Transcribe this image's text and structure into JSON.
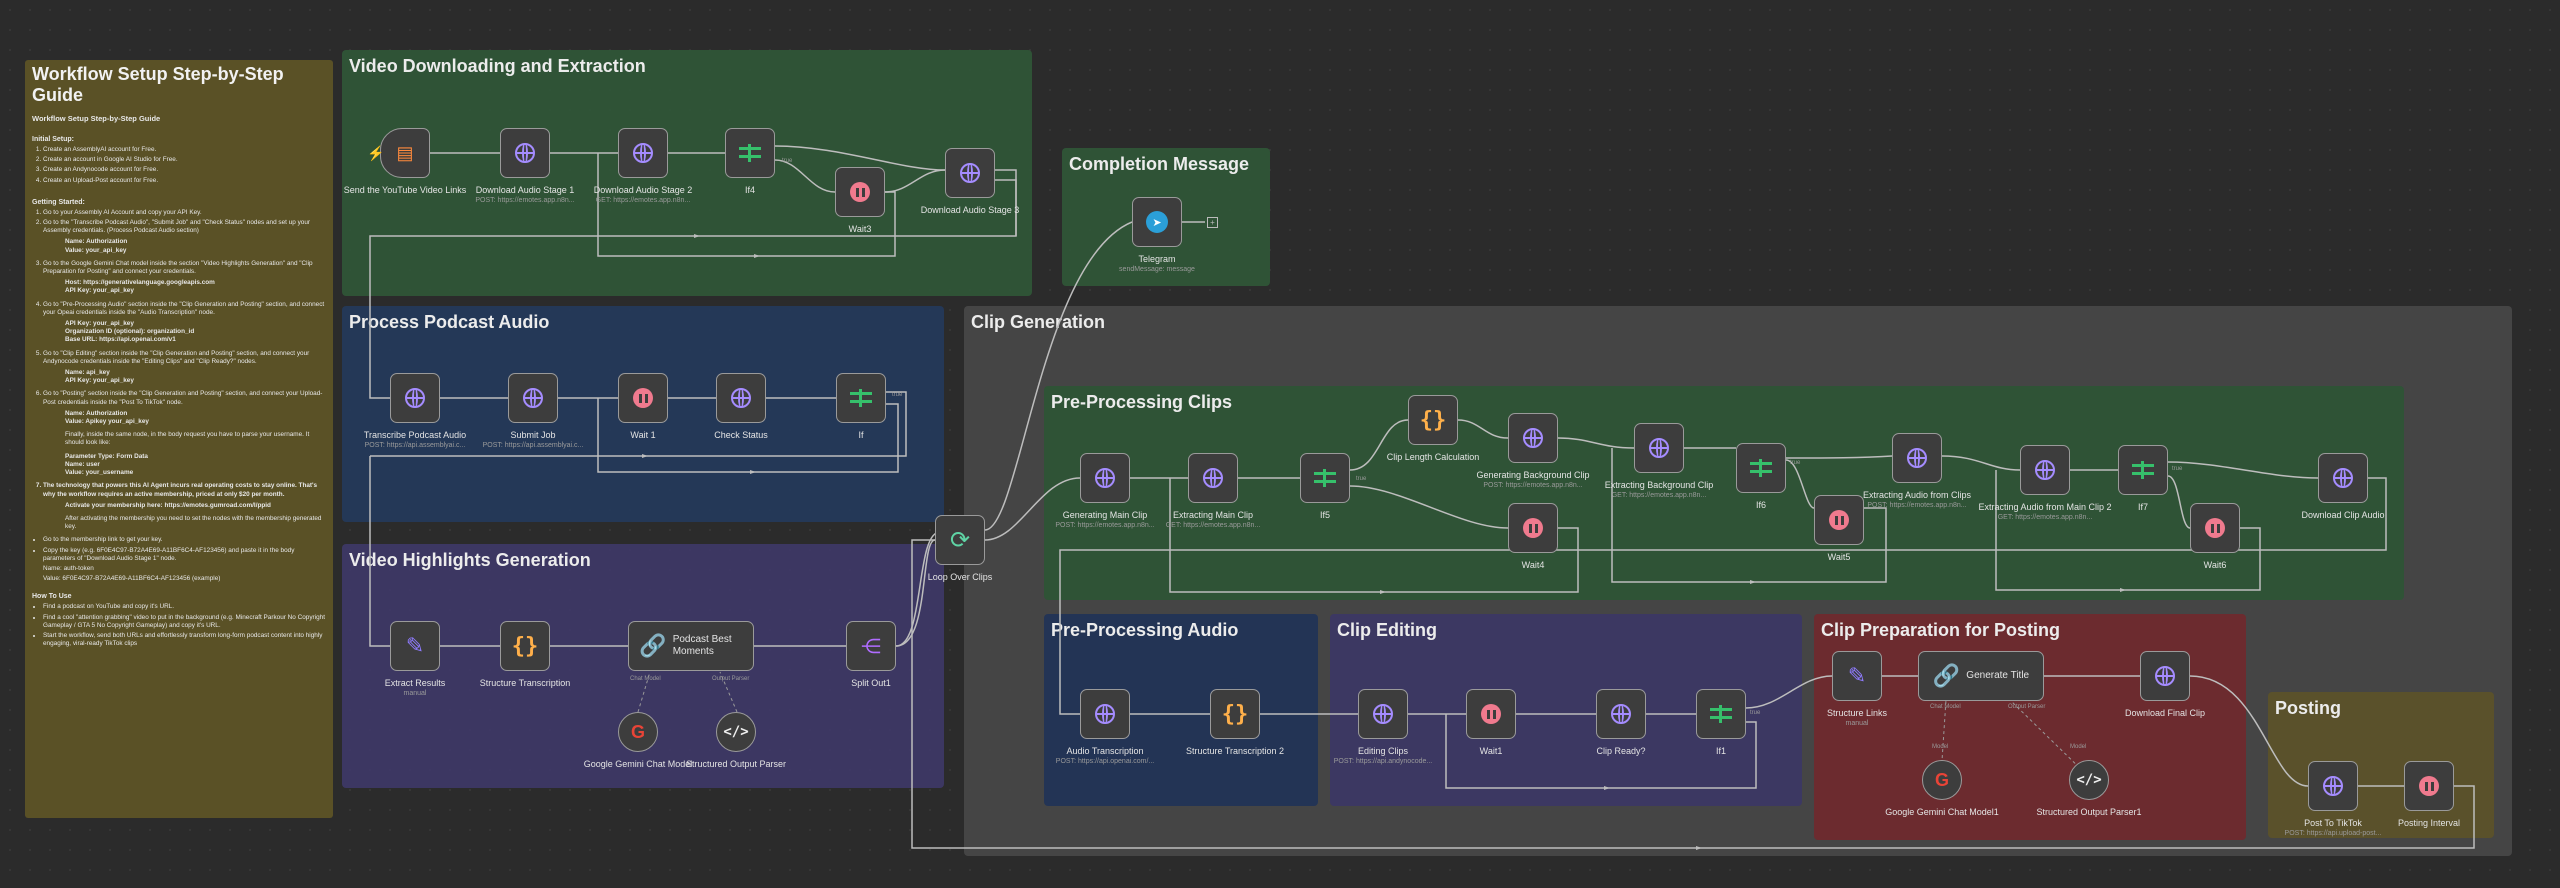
{
  "guide": {
    "title": "Workflow Setup Step-by-Step Guide",
    "subtitle": "Workflow Setup Step-by-Step Guide",
    "initial_setup_heading": "Initial Setup:",
    "initial_setup": [
      "Create an AssemblyAI account for Free.",
      "Create an account in Google AI Studio for Free.",
      "Create an Andynocode account for Free.",
      "Create an Upload-Post account for Free."
    ],
    "getting_started_heading": "Getting Started:",
    "step1": "Go to your Assembly AI Account and copy your API Key.",
    "step2": "Go to the \"Transcribe Podcast Audio\", \"Submit Job\" and \"Check Status\" nodes and set up your Assembly credentials. (Process Podcast Audio section)",
    "kv1": "Name: Authorization\nValue: your_api_key",
    "step3": "Go to the Google Gemini Chat model inside the section \"Video Highlights Generation\" and \"Clip Preparation for Posting\" and connect your credentials.",
    "kv2": "Host: https://generativelanguage.googleapis.com\nAPI Key: your_api_key",
    "step4": "Go to \"Pre-Processing Audio\" section inside the \"Clip Generation and Posting\" section, and connect your Opeai credentials inside the \"Audio Transcription\" node.",
    "kv3": "API Key: your_api_key\nOrganization ID (optional): organization_id\nBase URL: https://api.openai.com/v1",
    "step5": "Go to \"Clip Editing\" section inside the \"Clip Generation and Posting\" section, and connect your Andynocode credentials inside the \"Editing Clips\" and \"Clip Ready?\" nodes.",
    "kv4": "Name: api_key\nAPI Key: your_api_key",
    "step6": "Go to \"Posting\" section inside the \"Clip Generation and Posting\" section, and connect your Upload-Post credentials inside the \"Post To TikTok\" node.",
    "kv5": "Name: Authorization\nValue: Apikey your_api_key",
    "note1": "Finally, inside the same node, in the body request you have to parse your username. It should look like:",
    "kv6": "Parameter Type: Form Data\nName: user\nValue: your_username",
    "step7": "The technology that powers this AI Agent incurs real operating costs to stay online. That's why the workflow requires an active membership, priced at only $20 per month.",
    "kv7": "Activate your membership here: https://emotes.gumroad.com/l/ppid",
    "note2": "After activating the membership you need to set the nodes with the membership generated key.",
    "bullets1": [
      "Go to the membership link to get your key.",
      "Copy the key (e.g. 6F0E4C97-B72A4E69-A11BF6C4-AF123456) and paste it in the body parameters of \"Download Audio Stage 1\" node.",
      "Name: auth-token",
      "Value: 6F0E4C97-B72A4E69-A11BF6C4-AF123456 (example)"
    ],
    "how_to_use_heading": "How To Use",
    "how_to_use": [
      "Find a podcast on YouTube and copy it's URL.",
      "Find a cool \"attention grabbing\" video to put in the background (e.g. Minecraft Parkour No Copyright Gameplay / GTA 5 No Copyright Gameplay) and copy it's URL.",
      "Start the workflow, send both URLs and effortlessly transform long-form podcast content into highly engaging, viral-ready TikTok clips"
    ]
  },
  "groups": {
    "video_downloading": "Video Downloading and Extraction",
    "process_podcast": "Process Podcast Audio",
    "video_highlights": "Video Highlights Generation",
    "completion": "Completion Message",
    "clip_generation": "Clip Generation",
    "pre_processing_clips": "Pre-Processing Clips",
    "pre_processing_audio": "Pre-Processing Audio",
    "clip_editing": "Clip Editing",
    "clip_preparation": "Clip Preparation for Posting",
    "posting": "Posting"
  },
  "nodes": {
    "send_links": {
      "label": "Send the YouTube Video Links"
    },
    "download_1": {
      "label": "Download Audio Stage 1",
      "sub": "POST: https://emotes.app.n8n..."
    },
    "download_2": {
      "label": "Download Audio Stage 2",
      "sub": "GET: https://emotes.app.n8n..."
    },
    "if4": {
      "label": "If4"
    },
    "wait3": {
      "label": "Wait3"
    },
    "download_3": {
      "label": "Download Audio Stage 3"
    },
    "telegram": {
      "label": "Telegram",
      "sub": "sendMessage: message"
    },
    "transcribe": {
      "label": "Transcribe Podcast Audio",
      "sub": "POST: https://api.assemblyai.c..."
    },
    "submit_job": {
      "label": "Submit Job",
      "sub": "POST: https://api.assemblyai.c..."
    },
    "wait1_pp": {
      "label": "Wait 1"
    },
    "check_status": {
      "label": "Check Status"
    },
    "if_pp": {
      "label": "If"
    },
    "extract_results": {
      "label": "Extract Results",
      "sub": "manual"
    },
    "structure_transcription": {
      "label": "Structure Transcription"
    },
    "podcast_best": {
      "label": "Podcast Best Moments"
    },
    "split_out": {
      "label": "Split Out1"
    },
    "gemini": {
      "label": "Google Gemini Chat Model"
    },
    "structured_parser": {
      "label": "Structured Output Parser"
    },
    "loop": {
      "label": "Loop Over Clips"
    },
    "gen_main_clip": {
      "label": "Generating Main Clip",
      "sub": "POST: https://emotes.app.n8n..."
    },
    "extract_main_clip": {
      "label": "Extracting Main Clip",
      "sub": "GET: https://emotes.app.n8n..."
    },
    "if5": {
      "label": "If5"
    },
    "clip_length": {
      "label": "Clip Length Calculation"
    },
    "gen_bg_clip": {
      "label": "Generating Background Clip",
      "sub": "POST: https://emotes.app.n8n..."
    },
    "wait4": {
      "label": "Wait4"
    },
    "extract_bg_clip": {
      "label": "Extracting Background Clip",
      "sub": "GET: https://emotes.app.n8n..."
    },
    "if6": {
      "label": "If6"
    },
    "wait5": {
      "label": "Wait5"
    },
    "extract_audio": {
      "label": "Extracting Audio from Clips",
      "sub": "POST: https://emotes.app.n8n..."
    },
    "extract_audio_2": {
      "label": "Extracting Audio from Main Clip 2",
      "sub": "GET: https://emotes.app.n8n..."
    },
    "if7": {
      "label": "If7"
    },
    "wait6": {
      "label": "Wait6"
    },
    "download_clip_audio": {
      "label": "Download Clip Audio"
    },
    "audio_transcription": {
      "label": "Audio Transcription",
      "sub": "POST: https://api.openai.com/..."
    },
    "structure_transcription_2": {
      "label": "Structure Transcription 2"
    },
    "editing_clips": {
      "label": "Editing Clips",
      "sub": "POST: https://api.andynocode..."
    },
    "wait1_ce": {
      "label": "Wait1"
    },
    "clip_ready": {
      "label": "Clip Ready?"
    },
    "if1": {
      "label": "If1"
    },
    "structure_links": {
      "label": "Structure Links",
      "sub": "manual"
    },
    "generate_title": {
      "label": "Generate Title"
    },
    "download_final": {
      "label": "Download Final Clip"
    },
    "gemini1": {
      "label": "Google Gemini Chat Model1"
    },
    "structured_parser1": {
      "label": "Structured Output Parser1"
    },
    "post_tiktok": {
      "label": "Post To TikTok",
      "sub": "POST: https://api.upload-post..."
    },
    "posting_interval": {
      "label": "Posting Interval"
    }
  },
  "ports": {
    "true": "true",
    "false": "false",
    "chat_model": "Chat Model",
    "output_parser": "Output Parser",
    "model": "Model"
  },
  "colors": {
    "link_orange": "#ff7a45",
    "globe": "#a58cff",
    "wait": "#f07a8e",
    "code": "#ffb04a",
    "if": "#36c06b"
  }
}
